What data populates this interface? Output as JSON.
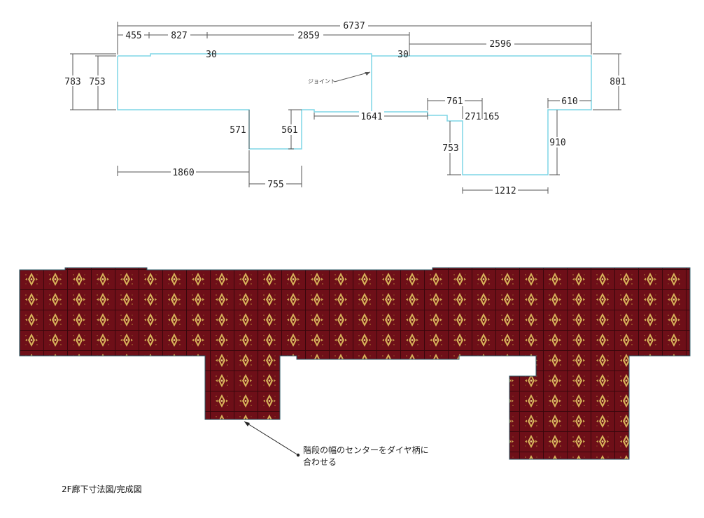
{
  "dimensions": {
    "total_width": "6737",
    "seg_455": "455",
    "seg_827": "827",
    "seg_2859": "2859",
    "seg_2596": "2596",
    "joint_offset_left": "30",
    "joint_offset_right": "30",
    "height_783": "783",
    "height_753_left": "753",
    "height_801": "801",
    "stair_left_571": "571",
    "stair_right_561": "561",
    "span_1641": "1641",
    "span_761": "761",
    "seg_271": "271",
    "seg_165": "165",
    "seg_610": "610",
    "height_753_right": "753",
    "height_910": "910",
    "width_1860": "1860",
    "width_755": "755",
    "width_1212": "1212"
  },
  "joint_label": "ジョイント",
  "note": {
    "line1": "階段の幅のセンターをダイヤ柄に",
    "line2": "合わせる"
  },
  "caption": "2F廊下寸法図/完成図",
  "colors": {
    "outline": "#7fd6e6",
    "carpet_base": "#6e0f18",
    "carpet_motif": "#d8b45a"
  }
}
